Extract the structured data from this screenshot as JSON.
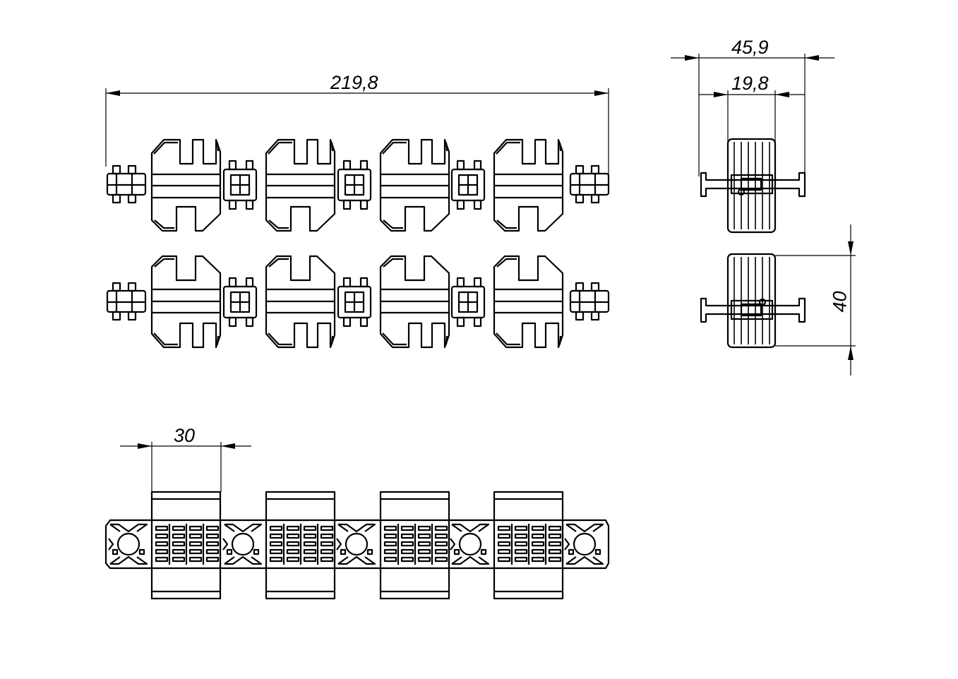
{
  "drawing": {
    "views": [
      "top-view-upper",
      "top-view-lower",
      "side-view-upper",
      "side-view-lower",
      "bottom-view"
    ],
    "segment_count": 4,
    "node_count": 5,
    "line_color": "#000000",
    "background": "#ffffff"
  },
  "dimensions": {
    "overall_length": "219,8",
    "overall_width": "45,9",
    "body_width": "19,8",
    "height": "40",
    "clip_width": "30"
  }
}
